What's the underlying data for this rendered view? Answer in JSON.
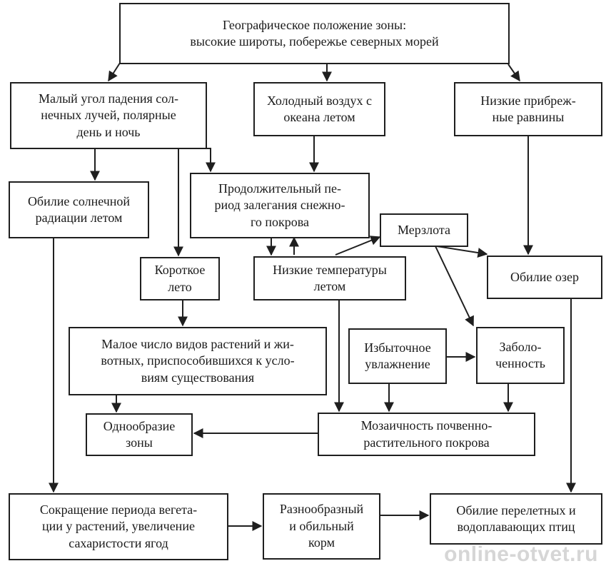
{
  "nodes": {
    "geo": "Географическое положение зоны:\nвысокие широты, побережье  северных морей",
    "angle": "Малый угол падения сол-\nнечных лучей, полярные\nдень и ночь",
    "cold": "Холодный воздух с\nокеана летом",
    "plains": "Низкие прибреж-\nные равнины",
    "radiation": "Обилие солнечной\nрадиации летом",
    "snow": "Продолжительный пе-\nриод залегания снежно-\nго покрова",
    "permafrost": "Мерзлота",
    "short_summer": "Короткое\nлето",
    "low_temp": "Низкие температуры\nлетом",
    "lakes": "Обилие озер",
    "few_species": "Малое число видов растений и жи-\nвотных, приспособившихся к усло-\nвиям существования",
    "excess_moisture": "Избыточное\nувлажнение",
    "swamp": "Заболо-\nченность",
    "monotony": "Однообразие\nзоны",
    "mosaic": "Мозаичность почвенно-\nрастительного покрова",
    "vegetation": "Сокращение периода вегета-\nции у растений, увеличение\nсахаристости ягод",
    "food": "Разнообразный\nи обильный\nкорм",
    "birds": "Обилие перелетных и\nводоплавающих птиц"
  },
  "watermark": "online-otvet.ru",
  "colors": {
    "line": "#1f1f1f",
    "watermark": "#d6d6d6"
  }
}
